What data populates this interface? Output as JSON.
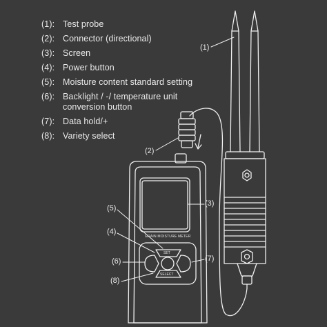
{
  "legend": [
    {
      "num": "(1):",
      "text": "Test probe"
    },
    {
      "num": "(2):",
      "text": "Connector (directional)"
    },
    {
      "num": "(3):",
      "text": "Screen"
    },
    {
      "num": "(4):",
      "text": "Power button"
    },
    {
      "num": "(5):",
      "text": "Moisture content standard setting"
    },
    {
      "num": "(6):",
      "text": "Backlight / -/ temperature unit conversion button"
    },
    {
      "num": "(7):",
      "text": "Data hold/+"
    },
    {
      "num": "(8):",
      "text": "Variety select"
    }
  ],
  "callouts": {
    "c1": "(1)",
    "c2": "(2)",
    "c3": "(3)",
    "c4": "(4)",
    "c5": "(5)",
    "c6": "(6)",
    "c7": "(7)",
    "c8": "(8)"
  },
  "device": {
    "label": "GRAIN MOISTURE METER",
    "set_label": "SET",
    "select_label": "SELECT"
  },
  "colors": {
    "background": "#3a3a3a",
    "line": "#f0f0f0"
  }
}
